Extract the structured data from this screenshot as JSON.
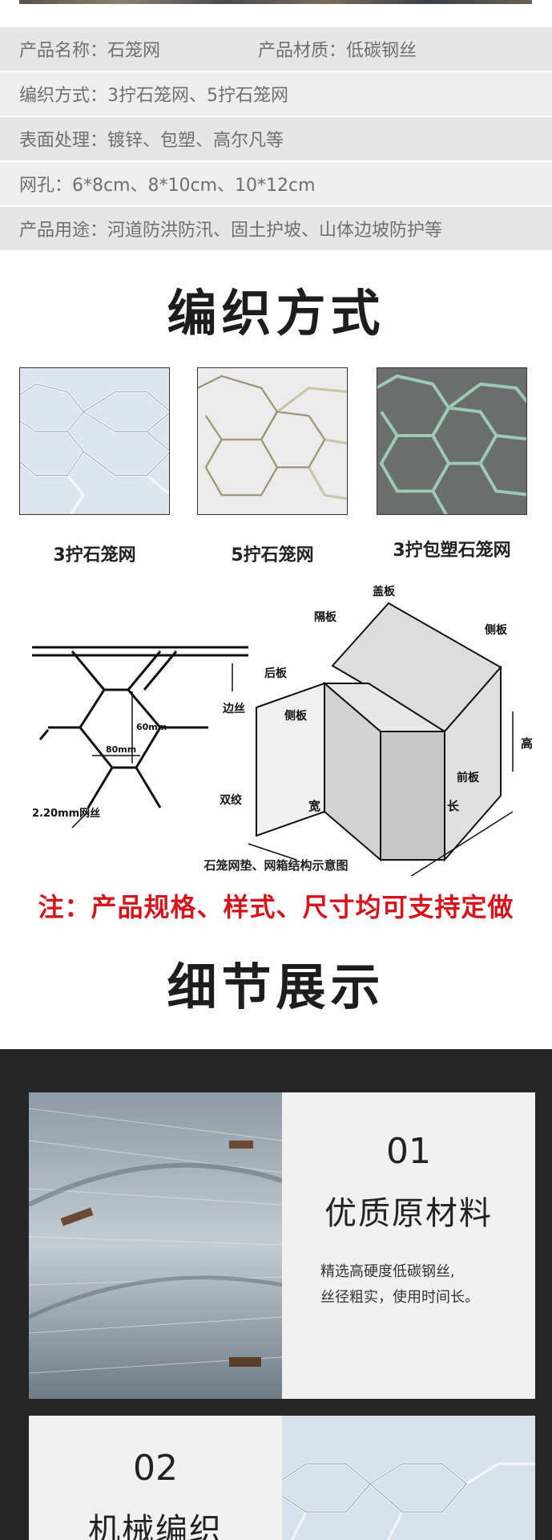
{
  "specs": {
    "name_label": "产品名称：石笼网",
    "material_label": "产品材质：低碳钢丝",
    "weave_label": "编织方式：3拧石笼网、5拧石笼网",
    "surface_label": "表面处理：镀锌、包塑、高尔凡等",
    "mesh_label": "网孔：6*8cm、8*10cm、10*12cm",
    "use_label": "产品用途：河道防洪防汛、固土护坡、山体边坡防护等"
  },
  "weave_section": {
    "heading": "编织方式",
    "items": [
      {
        "label": "3拧石笼网"
      },
      {
        "label": "5拧石笼网"
      },
      {
        "label": "3拧包塑石笼网"
      }
    ]
  },
  "diagram": {
    "labels": {
      "edge_wire": "边丝",
      "mesh_60": "60mm",
      "mesh_80": "80mm",
      "twist": "双绞",
      "wire": "2.20mm网丝",
      "cover": "盖板",
      "partition": "隔板",
      "side_right": "侧板",
      "back": "后板",
      "side_left": "侧板",
      "height": "高",
      "front": "前板",
      "width": "宽",
      "length": "长"
    },
    "caption": "石笼网垫、网箱结构示意图"
  },
  "note": "注：产品规格、样式、尺寸均可支持定做",
  "detail_section": {
    "heading": "细节展示",
    "cards": [
      {
        "num": "01",
        "title": "优质原材料",
        "desc_line1": "精选高硬度低碳钢丝,",
        "desc_line2": "丝径粗实，使用时间长。"
      },
      {
        "num": "02",
        "title": "机械编织"
      }
    ]
  },
  "colors": {
    "note_red": "#d6141c",
    "detail_bg": "#262626",
    "card_bg": "#f1f1f1",
    "pvc_green": "#6f9d86"
  }
}
